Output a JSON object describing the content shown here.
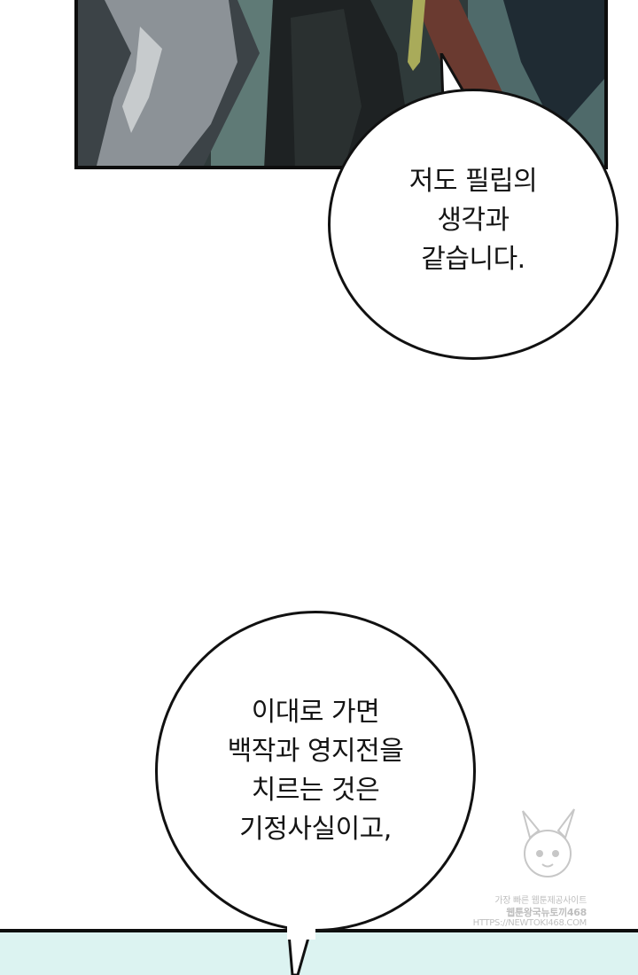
{
  "bubbles": {
    "first": {
      "text": "저도 필립의\n생각과\n같습니다."
    },
    "second": {
      "text": "이대로 가면\n백작과 영지전을\n치르는 것은\n기정사실이고,"
    }
  },
  "watermark": {
    "line1": "가장 빠른 웹툰제공사이트",
    "line2": "웹툰왕국뉴토끼468",
    "line3": "HTTPS://NEWTOKI468.COM"
  }
}
